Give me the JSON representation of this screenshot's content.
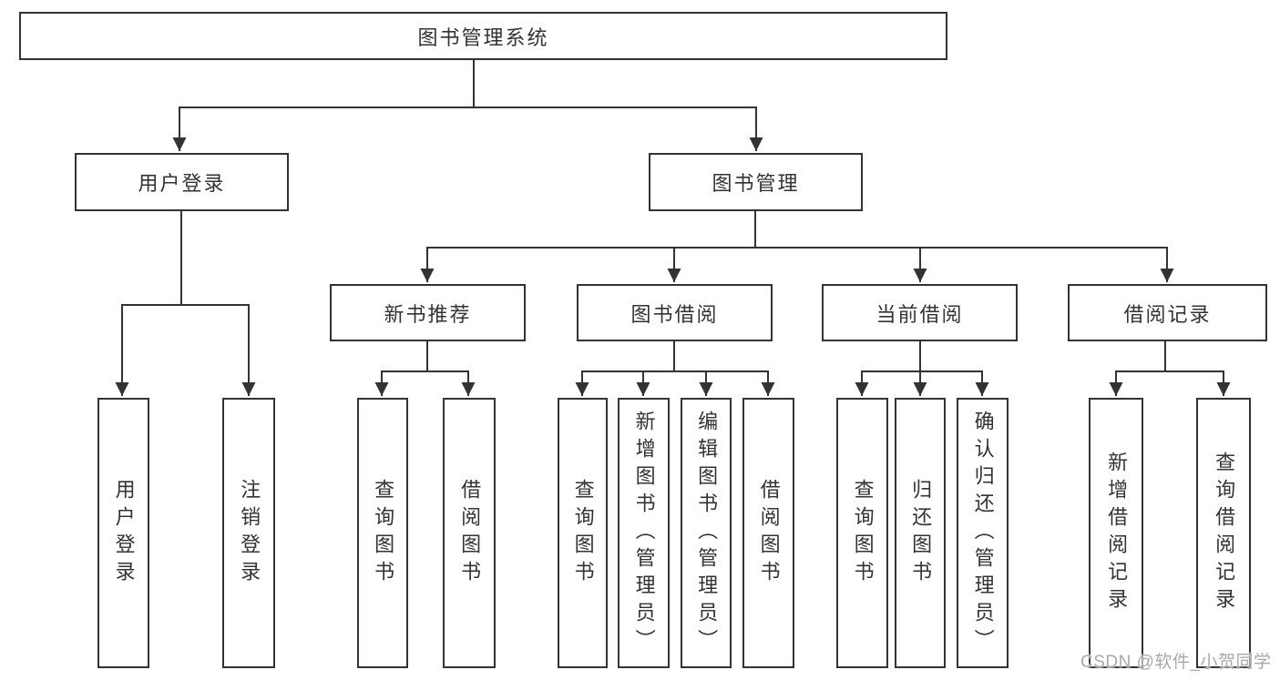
{
  "tree": {
    "label": "图书管理系统",
    "children": [
      {
        "label": "用户登录",
        "children": [
          {
            "label": "用户登录"
          },
          {
            "label": "注销登录"
          }
        ]
      },
      {
        "label": "图书管理",
        "children": [
          {
            "label": "新书推荐",
            "children": [
              {
                "label": "查询图书"
              },
              {
                "label": "借阅图书"
              }
            ]
          },
          {
            "label": "图书借阅",
            "children": [
              {
                "label": "查询图书"
              },
              {
                "label": "新增图书（管理员）"
              },
              {
                "label": "编辑图书（管理员）"
              },
              {
                "label": "借阅图书"
              }
            ]
          },
          {
            "label": "当前借阅",
            "children": [
              {
                "label": "查询图书"
              },
              {
                "label": "归还图书"
              },
              {
                "label": "确认归还（管理员）"
              }
            ]
          },
          {
            "label": "借阅记录",
            "children": [
              {
                "label": "新增借阅记录"
              },
              {
                "label": "查询借阅记录"
              }
            ]
          }
        ]
      }
    ]
  },
  "colors": {
    "line": "#333333",
    "text": "#333333",
    "box_fill": "#ffffff",
    "watermark": "#a9a9a9",
    "background": "#ffffff"
  },
  "watermark": "CSDN @软件_小贺同学"
}
